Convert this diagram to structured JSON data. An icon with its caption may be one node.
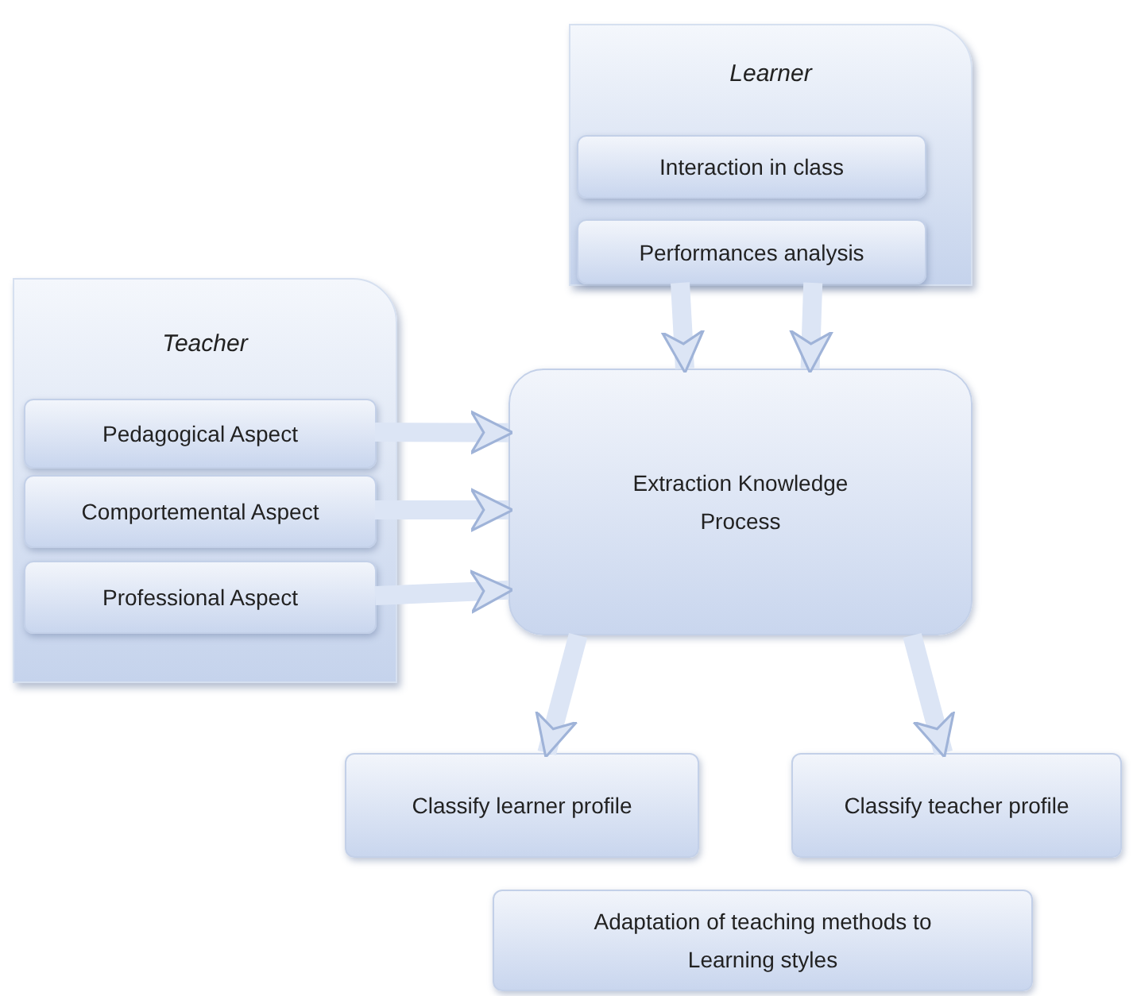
{
  "diagram": {
    "nodes": [
      {
        "text": [
          "Learner"
        ]
      },
      {
        "text": [
          "Interaction in class"
        ],
        "in": 0
      },
      {
        "text": [
          "Performances analysis"
        ],
        "in": 0
      },
      {
        "text": [
          "Teacher"
        ]
      },
      {
        "text": [
          "Pedagogical Aspect"
        ],
        "in": 3
      },
      {
        "text": [
          "Comportemental Aspect"
        ],
        "in": 3
      },
      {
        "text": [
          "Professional Aspect"
        ],
        "in": 3
      },
      {
        "text": [
          "Extraction Knowledge Process"
        ]
      },
      {
        "text": [
          "Classify learner profile"
        ]
      },
      {
        "text": [
          "Classify teacher profile"
        ]
      },
      {
        "text": [
          "Adaptation of teaching methods to Learning styles"
        ]
      }
    ],
    "edges": [
      {
        "from": 2,
        "to": 7,
        "arrow": "to"
      },
      {
        "from": 2,
        "to": 7,
        "arrow": "to"
      },
      {
        "from": 4,
        "to": 7,
        "arrow": "to"
      },
      {
        "from": 5,
        "to": 7,
        "arrow": "to"
      },
      {
        "from": 6,
        "to": 7,
        "arrow": "to"
      },
      {
        "from": 7,
        "to": 8,
        "arrow": "to"
      },
      {
        "from": 7,
        "to": 9,
        "arrow": "to"
      }
    ]
  }
}
